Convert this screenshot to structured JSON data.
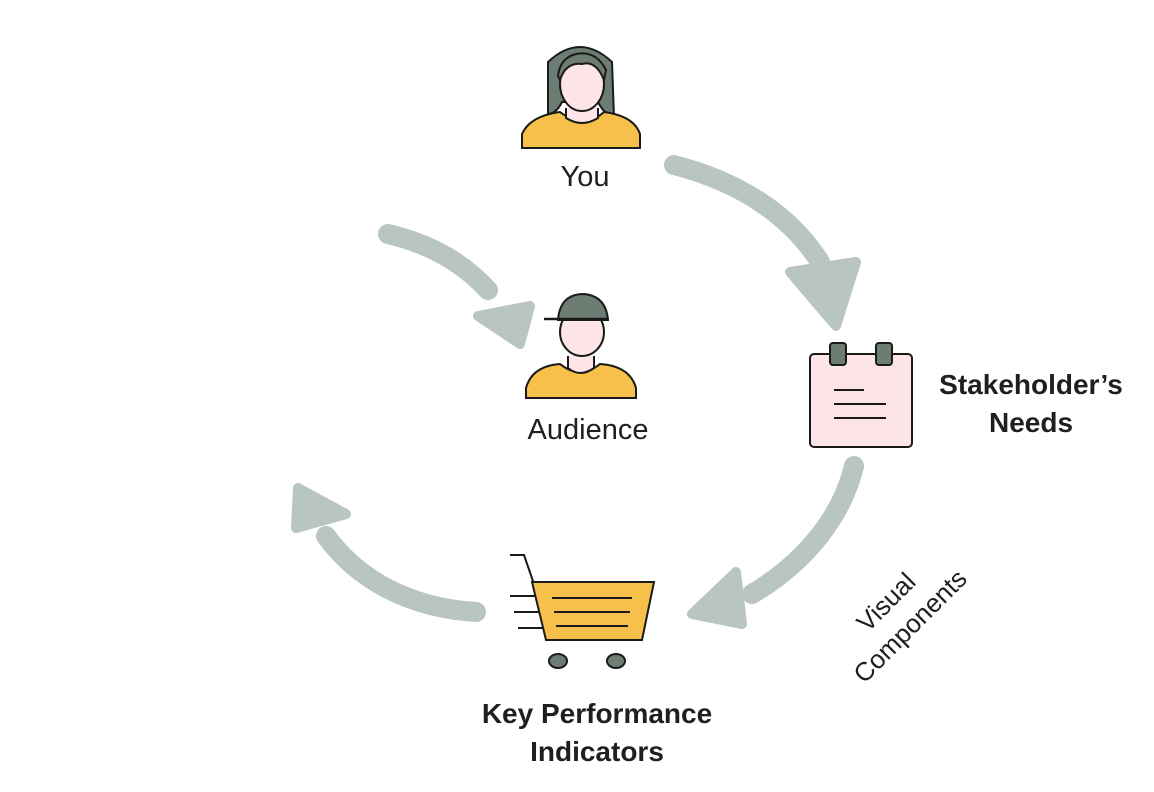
{
  "nodes": {
    "you": {
      "label": "You",
      "icon": "woman-user-icon"
    },
    "audience": {
      "label": "Audience",
      "icon": "man-cap-user-icon"
    },
    "stakeholder": {
      "label_line1": "Stakeholder’s",
      "label_line2": "Needs",
      "icon": "notepad-icon"
    },
    "kpi": {
      "label_line1": "Key Performance",
      "label_line2": "Indicators",
      "icon": "shopping-cart-icon"
    }
  },
  "edge_labels": {
    "visual_components": {
      "line1": "Visual",
      "line2": "Components"
    }
  },
  "colors": {
    "arrow": "#b9c5c0",
    "hair": "#6e7d74",
    "shirt": "#f7c04a",
    "skin": "#fde4e6",
    "outline": "#1a1a1a",
    "cart": "#f7c04a",
    "notepad": "#fde4e6",
    "notepad_rings": "#6e7d74",
    "wheels": "#6e7d74"
  }
}
